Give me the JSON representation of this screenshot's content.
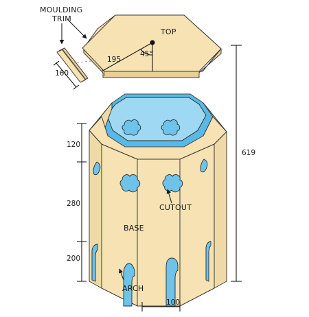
{
  "labels": {
    "moulding_line1": "MOULDING",
    "moulding_line2": "TRIM",
    "top": "TOP",
    "angle": "45°",
    "radius": "195",
    "trim_length": "160",
    "height_total": "619",
    "seg_top": "120",
    "seg_mid": "280",
    "seg_bottom": "200",
    "cutout": "CUTOUT",
    "base": "BASE",
    "arch": "ARCH",
    "width": "100"
  },
  "colors": {
    "wood": "#f6e2b3",
    "wood_shadow": "#e9cf96",
    "interior_blue": "#58b9e6",
    "outline": "#3a3a3a"
  }
}
